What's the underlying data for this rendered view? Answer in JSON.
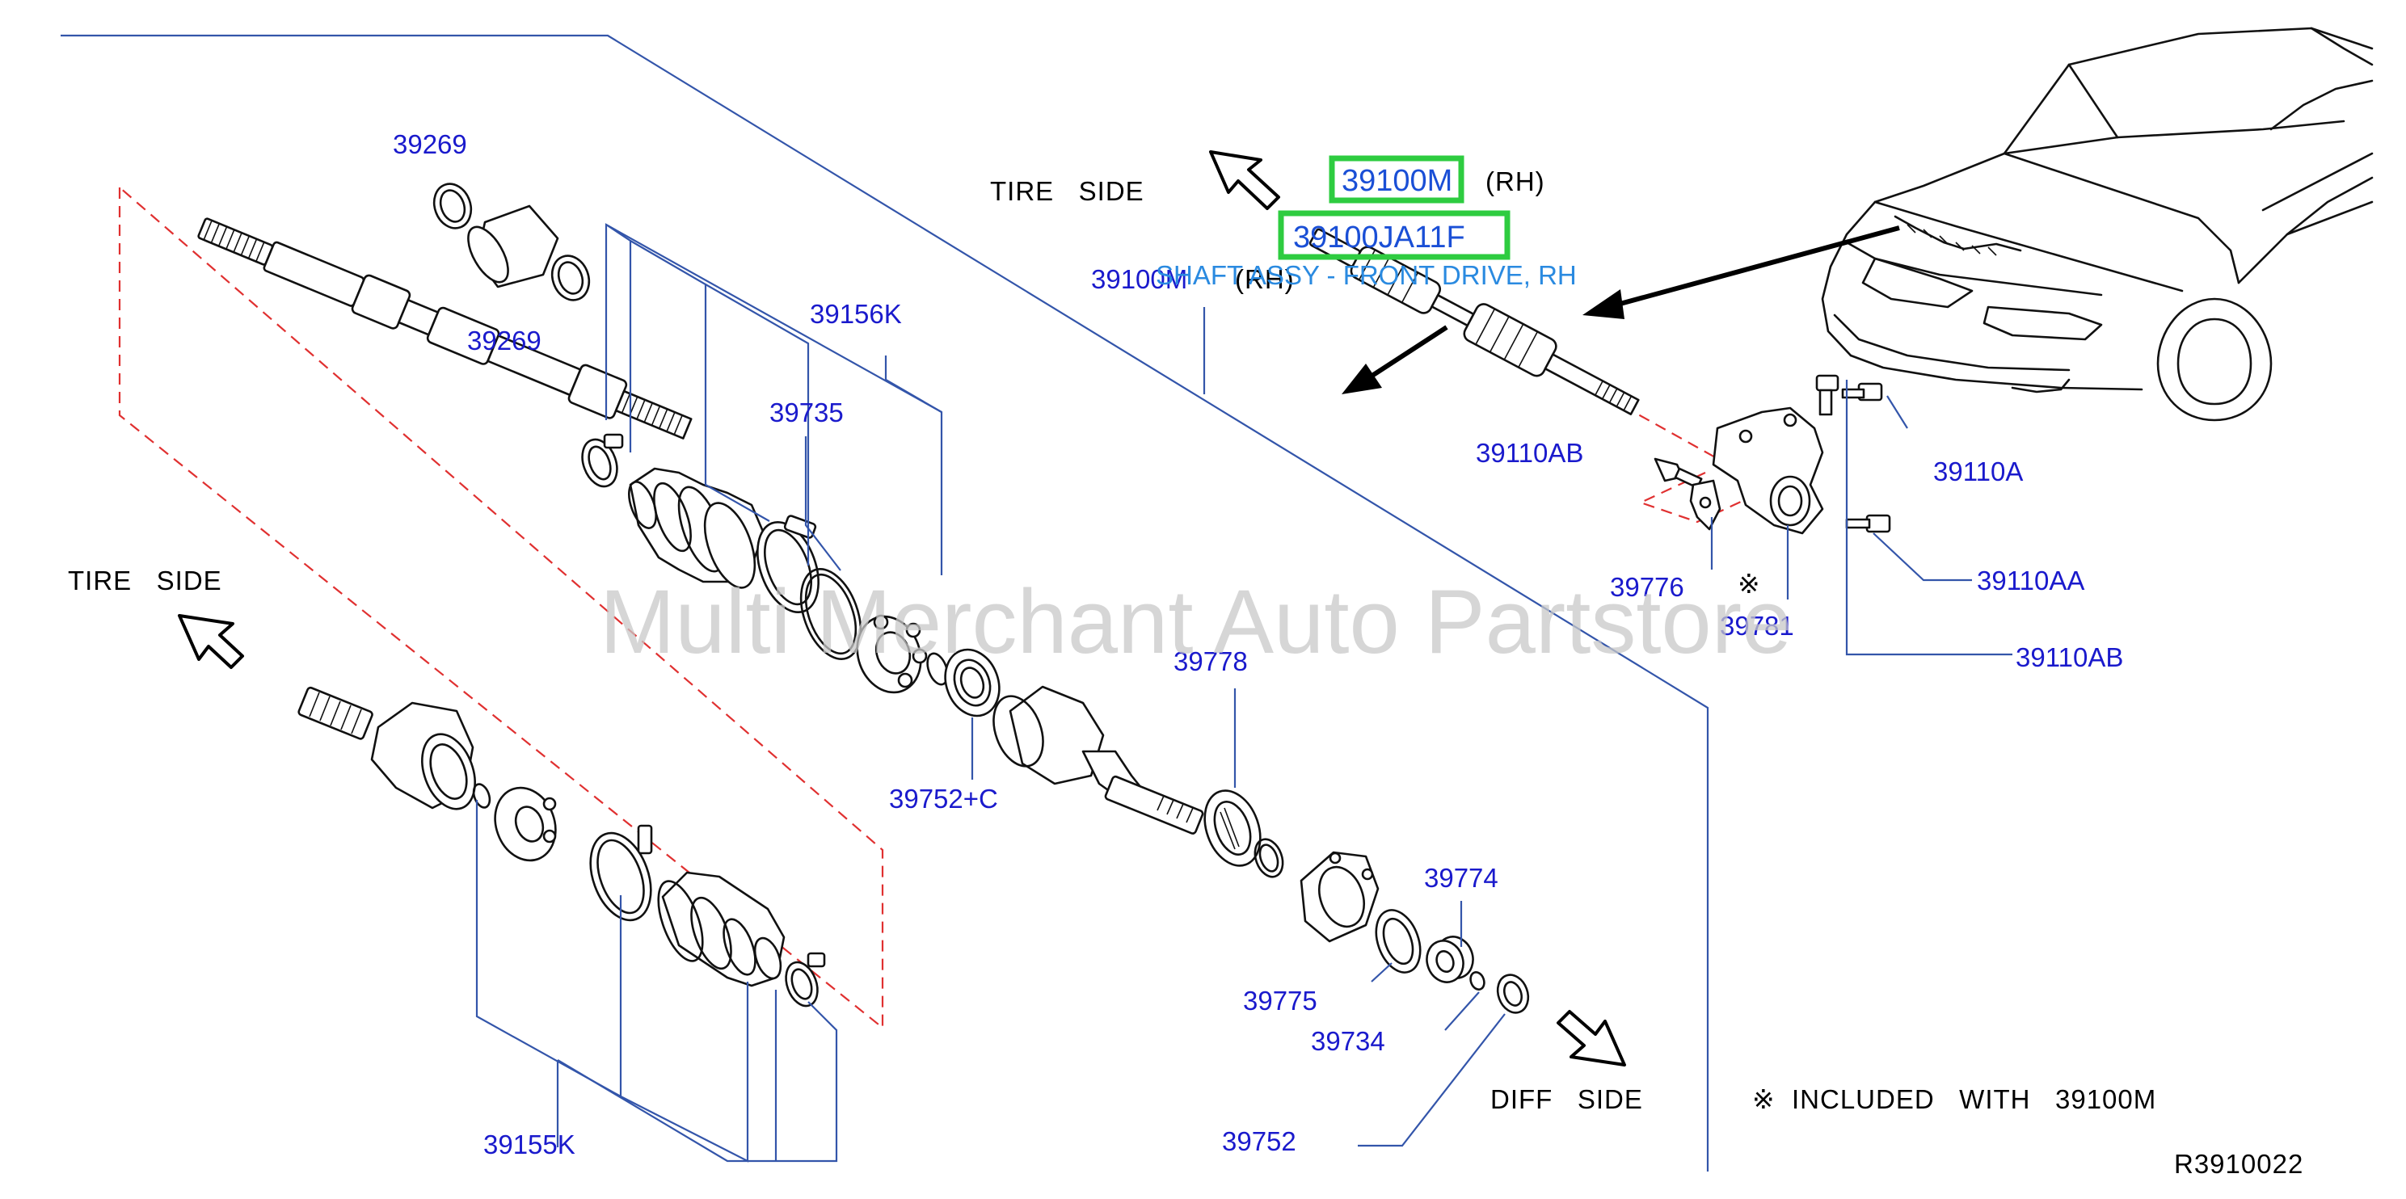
{
  "parts": {
    "p39269_top": "39269",
    "p39269_bot": "39269",
    "p39156k": "39156K",
    "p39735": "39735",
    "p39100m": "39100M",
    "p39100m_rh": "(RH)",
    "p39778": "39778",
    "p39752c": "39752+C",
    "p39774": "39774",
    "p39775": "39775",
    "p39734": "39734",
    "p39752": "39752",
    "p39155k": "39155K",
    "p39110ab_left": "39110AB",
    "p39110a": "39110A",
    "p39110aa": "39110AA",
    "p39110ab_right": "39110AB",
    "p39776": "39776",
    "p39781": "39781",
    "p39781_mark": "※"
  },
  "labels": {
    "tire_side_top": "TIRE   SIDE",
    "tire_side_left": "TIRE   SIDE",
    "diff_side": "DIFF   SIDE",
    "included_note": "※  INCLUDED   WITH   39100M",
    "diagram_code": "R3910022"
  },
  "highlight": {
    "part_number": "39100M",
    "part_rh": "(RH)",
    "alt_number": "39100JA11F",
    "description": "SHAFT ASSY - FRONT DRIVE, RH"
  },
  "watermark": "Multi Merchant Auto Partstore",
  "colors": {
    "part_text": "#1a1acc",
    "highlight_border": "#2ecc40",
    "leader_line": "#3355aa",
    "dashed_outline": "#e03030"
  }
}
